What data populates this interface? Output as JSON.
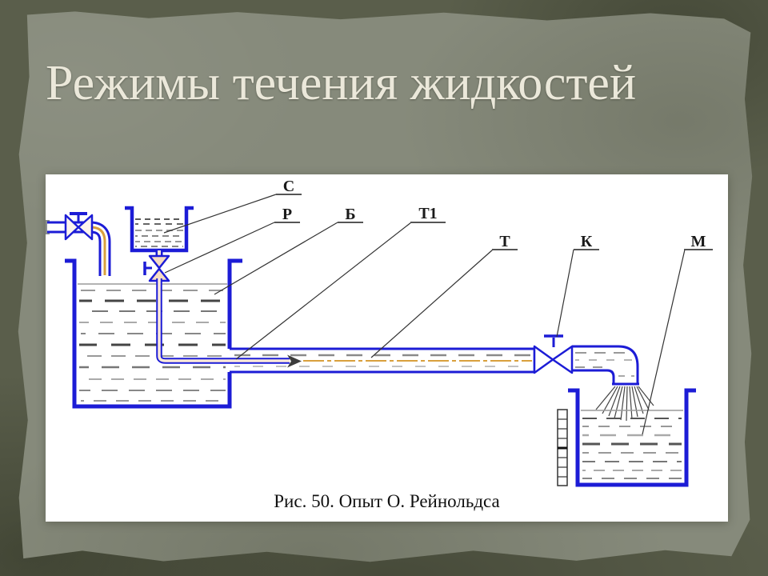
{
  "slide": {
    "title": "Режимы течения жидкостей"
  },
  "figure": {
    "caption": "Рис. 50. Опыт О. Рейнольдса",
    "labels": {
      "dye_vessel": "С",
      "dye_valve": "Р",
      "supply_tank": "Б",
      "dye_tube": "Т1",
      "glass_tube": "Т",
      "outlet_valve": "К",
      "measuring_tank": "М"
    }
  },
  "colors": {
    "pipe_blue": "#1c1cd6",
    "dye_orange": "#d9a03d",
    "slide_background": "#5a5e4b",
    "card_background": "#868a7b",
    "title_text": "#ebe8da",
    "panel_background": "#ffffff",
    "annotation_text": "#1a1a1a"
  }
}
